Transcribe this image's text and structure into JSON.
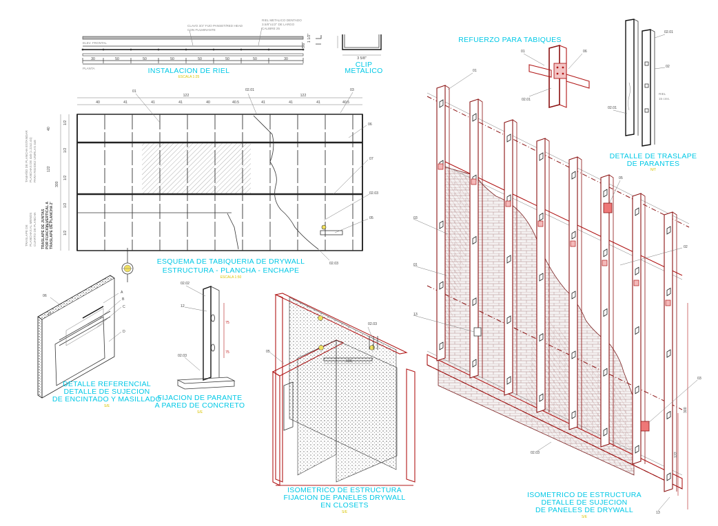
{
  "rail_install": {
    "title": "INSTALACION DE RIEL",
    "subtitle": "ESCALA 1:25",
    "notes": [
      "CLAVO 3/4\" FIJO PANSET/RED HEAD",
      "CON FULMINANTE",
      "RIEL METALICO DENTADO",
      "3.5/8\"x1/2\" DE LARGO",
      "CALIBRE 25"
    ],
    "labels": [
      "ELEV. FRONTAL",
      "PLANTA"
    ],
    "dims": [
      "30",
      "50",
      "50",
      "50",
      "50",
      "50",
      "50",
      "30"
    ],
    "side_dims": [
      "5/8\"",
      "1 1/2\""
    ]
  },
  "clip": {
    "title": "CLIP",
    "title2": "METALICO",
    "dim": "3 5/8\""
  },
  "reinforcement": {
    "title": "REFUERZO PARA TABIQUES",
    "codes": [
      "01",
      "02.01",
      "06"
    ]
  },
  "overlap": {
    "title": "DETALLE DE TRASLAPE",
    "title2": "DE PARANTES",
    "subtitle": "N/T",
    "codes": [
      "02.01",
      "02",
      "02.01"
    ],
    "notes": [
      "RIEL",
      "15 cms."
    ]
  },
  "drywall_scheme": {
    "title": "ESQUEMA DE TABIQUERIA DE DRYWALL",
    "title2": "ESTRUCTURA - PLANCHA - ENCHAPE",
    "subtitle": "ESCALA 1:50",
    "top_dims": [
      "122",
      "122"
    ],
    "sub_dims": [
      "40",
      "41",
      "41",
      "41",
      "40",
      "40.5",
      "41",
      "41",
      "41",
      "40.5"
    ],
    "side_dims": [
      "1/2",
      "1/2",
      "1/2",
      "1/2",
      "1/2"
    ],
    "height_dims": [
      "300",
      "122",
      "122",
      "40"
    ],
    "codes": [
      "01",
      "02.01",
      "03",
      "06",
      "07",
      "02.03",
      "05",
      "02.03"
    ],
    "side_notes": [
      "TAMAÑO DE PLANCHA ESTANDAR",
      "PLANCHAS DE 4x8 (1.22x2.44)",
      "PARA RIGIDEZ UNIRLAS 4x8",
      "TRASLAPE DE",
      "PLANCHAS AL MENOS",
      "CUARTO DE PLANCHA"
    ],
    "vertical_note": [
      "TRASLAPE DE JUNTAS",
      "POR FIJACION VERTICAL A",
      "TRASLAPE DE PLANCHA 2'"
    ]
  },
  "tape_detail": {
    "title": "DETALLE REFERENCIAL",
    "title2": "DETALLE DE SUJECION",
    "title3": "DE ENCINTADO Y MASILLADO",
    "subtitle": "S/E",
    "codes": [
      "06",
      "A",
      "B",
      "C",
      "D"
    ]
  },
  "stud_fix": {
    "title": "FIJACION DE PARANTE",
    "title2": "A PARED DE CONCRETO",
    "subtitle": "S/E",
    "codes": [
      "02.02",
      "12",
      "02.03"
    ],
    "dims": [
      "75",
      "75"
    ]
  },
  "closet_iso": {
    "title": "ISOMETRICO DE ESTRUCTURA",
    "title2": "FIJACION DE PANELES DRYWALL",
    "title3": "EN CLOSETS",
    "subtitle": "S/E",
    "codes": [
      "02.03",
      "05"
    ],
    "dim": "180"
  },
  "wall_iso": {
    "title": "ISOMETRICO DE ESTRUCTURA",
    "title2": "DETALLE DE SUJECION",
    "title3": "DE PANELES DE DRYWALL",
    "subtitle": "S/E",
    "codes": [
      "01",
      "03",
      "01",
      "13",
      "05",
      "02",
      "03",
      "02.03",
      "13"
    ],
    "dims": [
      "300",
      "122"
    ]
  },
  "colors": {
    "title": "#00c8e6",
    "scale": "#d8c400",
    "steel": "#8a1010",
    "accent": "#e0284b",
    "line": "#333333"
  }
}
